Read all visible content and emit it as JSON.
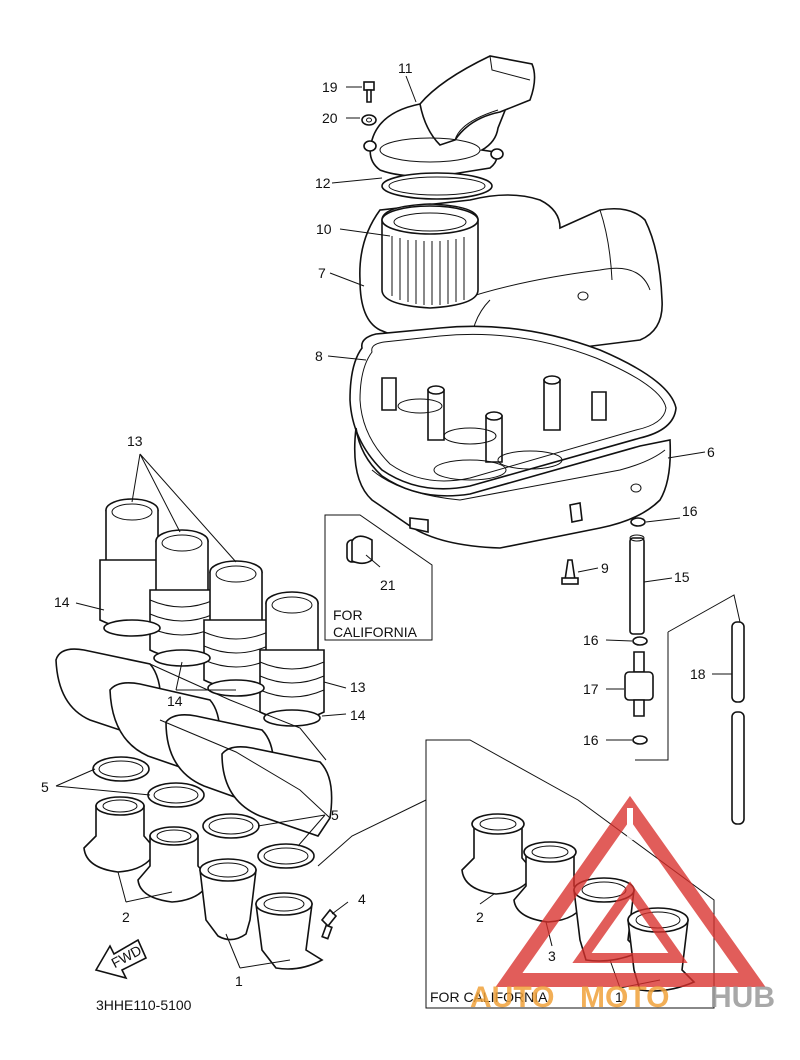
{
  "diagram_code": "3HHE110-5100",
  "fwd_mark": "FWD",
  "boxes": {
    "california_top": "FOR\nCALIFORNIA",
    "california_top_line1": "FOR",
    "california_top_line2": "CALIFORNIA",
    "california_bottom": "FOR CALIFORNIA"
  },
  "callouts": {
    "p1": "1",
    "p2": "2",
    "p3": "3",
    "p4": "4",
    "p5": "5",
    "p6": "6",
    "p7": "7",
    "p8": "8",
    "p9": "9",
    "p10": "10",
    "p11": "11",
    "p12": "12",
    "p13": "13",
    "p14": "14",
    "p15": "15",
    "p16": "16",
    "p17": "17",
    "p18": "18",
    "p19": "19",
    "p20": "20",
    "p21": "21"
  },
  "watermark": {
    "brand_auto": "AUTO",
    "brand_moto": "MOTO",
    "brand_hub": "HUB",
    "color_red": "#d9302c",
    "color_orange": "#f0a23a",
    "color_gray": "#9a9a9a"
  }
}
